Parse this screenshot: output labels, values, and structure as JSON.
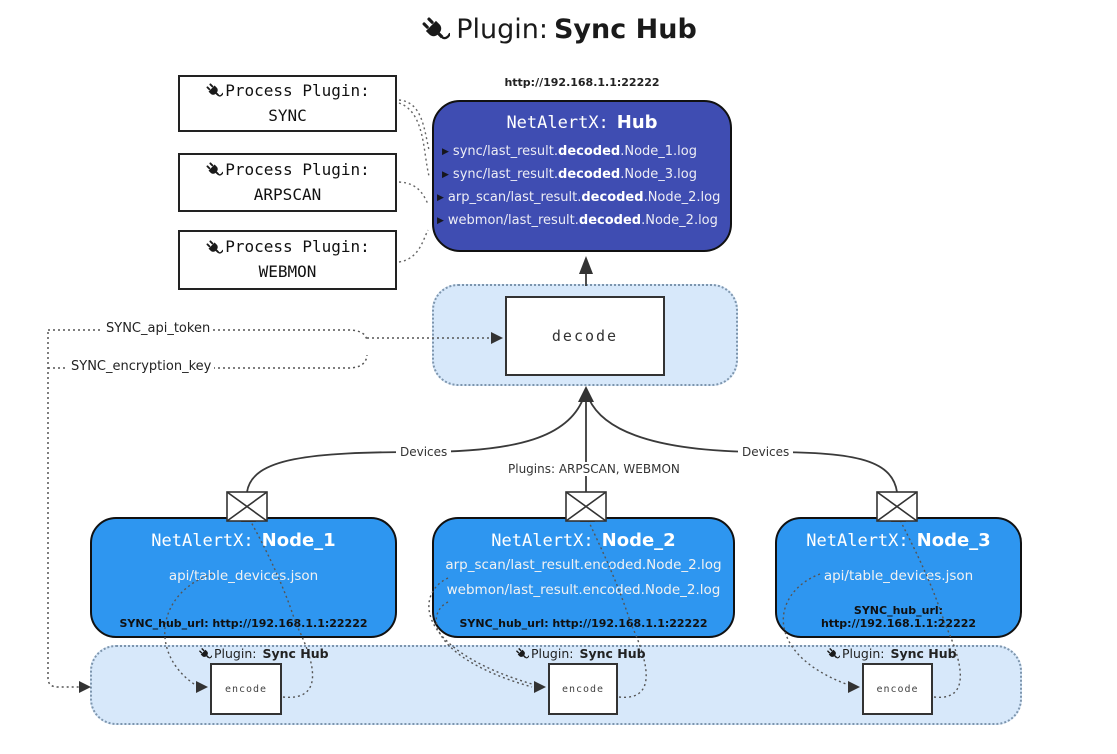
{
  "title": {
    "prefix": "Plugin:",
    "name": "Sync Hub"
  },
  "colors": {
    "hub": "#3F4DB2",
    "node": "#2E96F0",
    "panel": "#D7E8FA"
  },
  "icons": {
    "entry_marker": "▶"
  },
  "hub": {
    "url": "http://192.168.1.1:22222",
    "name_prefix": "NetAlertX:",
    "name": "Hub",
    "entries": [
      {
        "pre": "sync/last_result.",
        "bold": "decoded",
        "post": ".Node_1.log"
      },
      {
        "pre": "sync/last_result.",
        "bold": "decoded",
        "post": ".Node_3.log"
      },
      {
        "pre": "arp_scan/last_result.",
        "bold": "decoded",
        "post": ".Node_2.log"
      },
      {
        "pre": "webmon/last_result.",
        "bold": "decoded",
        "post": ".Node_2.log"
      }
    ]
  },
  "process_plugins": [
    {
      "label": "Process Plugin:",
      "name": "SYNC"
    },
    {
      "label": "Process Plugin:",
      "name": "ARPSCAN"
    },
    {
      "label": "Process Plugin:",
      "name": "WEBMON"
    }
  ],
  "decode": {
    "label": "decode"
  },
  "edges": {
    "api_token": "SYNC_api_token",
    "encryption_key": "SYNC_encryption_key",
    "devices_left": "Devices",
    "devices_right": "Devices",
    "plugins_mid": "Plugins: ARPSCAN, WEBMON"
  },
  "nodes": [
    {
      "name_prefix": "NetAlertX:",
      "name": "Node_1",
      "lines": [
        "api/table_devices.json"
      ],
      "footer": "SYNC_hub_url: http://192.168.1.1:22222"
    },
    {
      "name_prefix": "NetAlertX:",
      "name": "Node_2",
      "lines": [
        "arp_scan/last_result.encoded.Node_2.log",
        "webmon/last_result.encoded.Node_2.log"
      ],
      "footer": "SYNC_hub_url: http://192.168.1.1:22222"
    },
    {
      "name_prefix": "NetAlertX:",
      "name": "Node_3",
      "lines": [
        "api/table_devices.json"
      ],
      "footer": "SYNC_hub_url: http://192.168.1.1:22222"
    }
  ],
  "encoders": [
    {
      "label_prefix": "Plugin:",
      "label_name": "Sync Hub",
      "box": "encode"
    },
    {
      "label_prefix": "Plugin:",
      "label_name": "Sync Hub",
      "box": "encode"
    },
    {
      "label_prefix": "Plugin:",
      "label_name": "Sync Hub",
      "box": "encode"
    }
  ]
}
